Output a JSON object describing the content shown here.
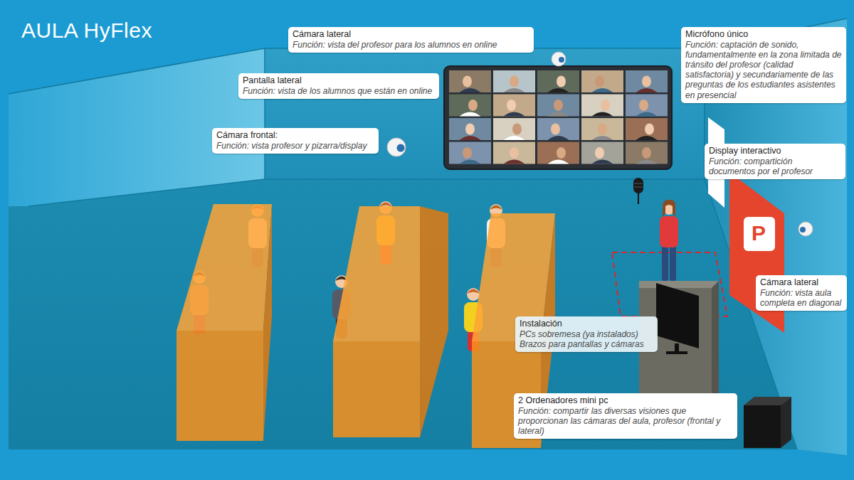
{
  "diagram": {
    "title": "AULA HyFlex",
    "nodes": [
      {
        "text": [
          "Cámara lateral",
          "Función: vista del profesor para los alumnos en online"
        ]
      },
      {
        "text": [
          "Pantalla lateral",
          "Función: vista de los alumnos que están en online"
        ]
      },
      {
        "text": [
          "Cámara frontal:",
          "Función: vista profesor y pizarra/display"
        ]
      },
      {
        "text": [
          "Micrófono único",
          "Función: captación de sonido, fundamentalmente en la zona limitada de tránsito del profesor (calidad satisfactoria) y secundariamente de las preguntas de los estudiantes asistentes en presencial"
        ]
      },
      {
        "text": [
          "Display interactivo",
          "Función: compartición documentos por el profesor"
        ]
      },
      {
        "text": [
          "Cámara lateral",
          "Función: vista aula completa en diagonal"
        ]
      },
      {
        "text": [
          "Instalación",
          "PCs sobremesa (ya instalados) Brazos para pantallas y cámaras"
        ]
      },
      {
        "text": [
          "2 Ordenadores mini pc",
          "Función: compartir las diversas visiones que proporcionan las cámaras del aula, profesor (frontal y lateral)"
        ]
      }
    ],
    "labels": [
      "P"
    ]
  }
}
